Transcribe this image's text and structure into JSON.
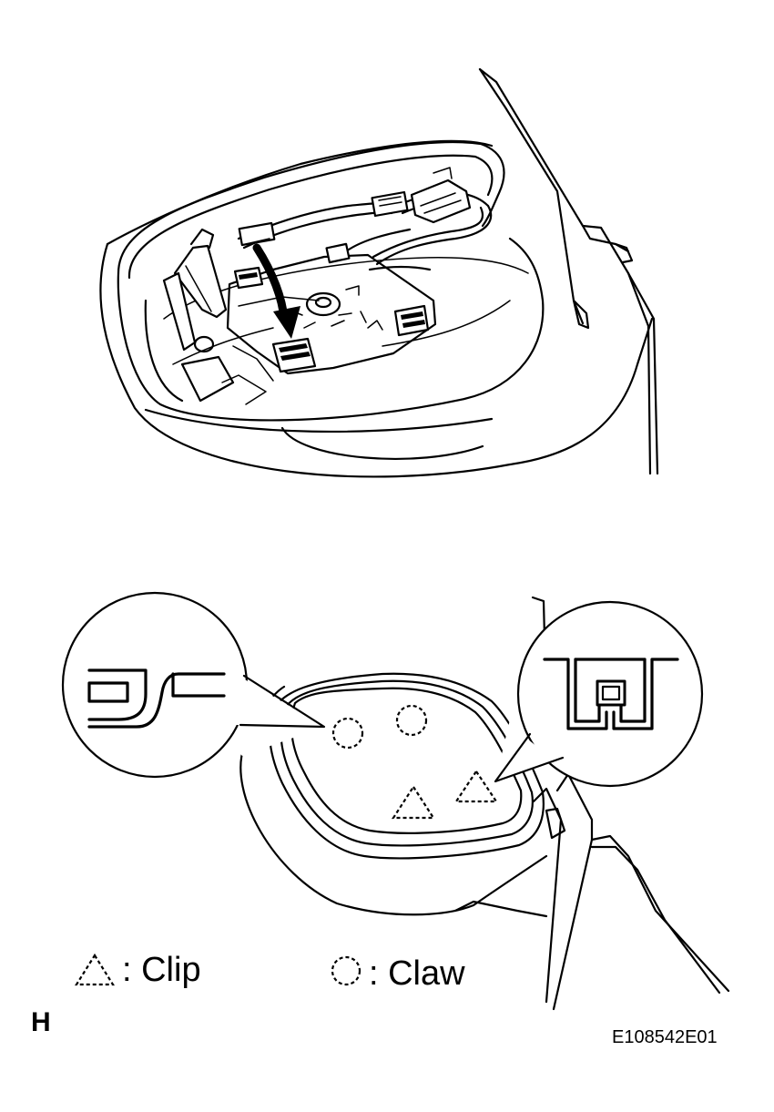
{
  "legend": {
    "clip_label": ": Clip",
    "claw_label": ": Claw"
  },
  "view_letter": "H",
  "figure_code": "E108542E01",
  "icons": {
    "clip_symbol": "dashed-triangle",
    "claw_symbol": "dashed-circle",
    "install_direction": "arrow-down"
  }
}
